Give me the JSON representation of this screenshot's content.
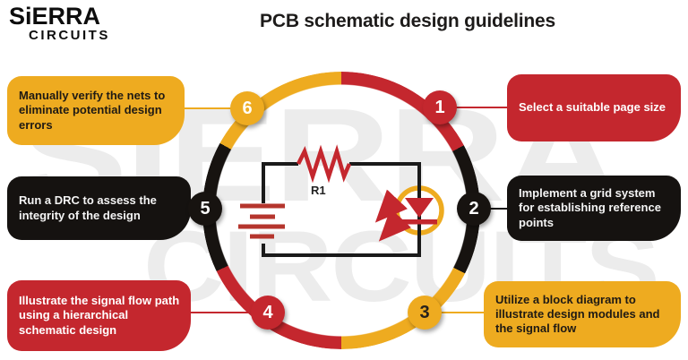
{
  "page": {
    "title": "PCB schematic design guidelines"
  },
  "logo": {
    "line1": "SiERRA",
    "line2": "CIRCUITS"
  },
  "watermark": {
    "line1": "SIERRA",
    "line2": "CIRCUITS"
  },
  "colors": {
    "red": "#c4272e",
    "yellow": "#eeab20",
    "black": "#171310",
    "watermark_gray": "#ececec",
    "background": "#ffffff"
  },
  "schematic": {
    "resistor_label": "R1"
  },
  "steps": [
    {
      "number": "1",
      "color": "red",
      "text": "Select a suitable page size"
    },
    {
      "number": "2",
      "color": "black",
      "text": "Implement a grid system for establishing reference points"
    },
    {
      "number": "3",
      "color": "yellow",
      "text": "Utilize a block diagram to illustrate design modules and the signal flow"
    },
    {
      "number": "4",
      "color": "red",
      "text": "Illustrate the signal flow path using a hierarchical schematic design"
    },
    {
      "number": "5",
      "color": "black",
      "text": "Run a DRC to assess the integrity of the design"
    },
    {
      "number": "6",
      "color": "yellow",
      "text": "Manually verify the nets to eliminate potential design errors"
    }
  ]
}
